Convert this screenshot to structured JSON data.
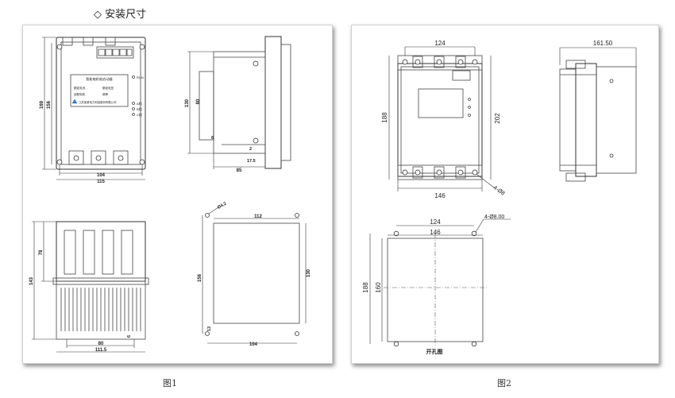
{
  "page": {
    "title": "◇ 安装尺寸"
  },
  "figure1": {
    "caption": "图1",
    "front": {
      "dim_height_outer": "169",
      "dim_height_inner": "156",
      "dim_width_holes": "104",
      "dim_width_outer": "115",
      "label_title": "智能电机软启动器",
      "label_line1a": "额定电流",
      "label_line1b": "额定电压",
      "label_line2a": "适配电机",
      "label_line2b": "频率",
      "label_company": "江苏某某电力科技股份有限公司",
      "side_labels": [
        "RUN",
        "A相",
        "B相",
        "C相"
      ]
    },
    "side": {
      "dim_height": "130",
      "dim_inner": "80",
      "dim_small": "6",
      "dim_step": "2",
      "dim_offset": "17.5",
      "dim_depth": "85"
    },
    "bottom": {
      "dim_total": "143",
      "dim_upper": "78",
      "dim_inner": "80",
      "dim_width": "111.5",
      "dim_small": "6"
    },
    "cutout": {
      "dim_hole": "Ø4.2",
      "dim_top_width": "112",
      "dim_height_left": "156",
      "dim_height_right": "130",
      "dim_bottom": "13",
      "dim_bottom_width": "104"
    }
  },
  "figure2": {
    "caption": "图2",
    "front": {
      "dim_top": "124",
      "dim_left": "188",
      "dim_right": "202",
      "dim_bottom": "146",
      "dim_holes": "4-Ø8"
    },
    "side": {
      "dim_top": "161.50"
    },
    "cutout": {
      "dim_top_inner": "124",
      "dim_top_outer": "146",
      "dim_holes": "4-Ø8.00",
      "dim_left_outer": "188",
      "dim_left_inner": "160",
      "label": "开孔图"
    }
  }
}
